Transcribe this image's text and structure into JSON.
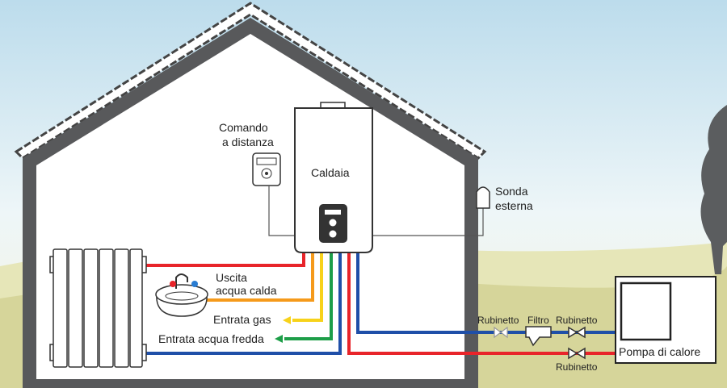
{
  "labels": {
    "boiler": "Caldaia",
    "remote_line1": "Comando",
    "remote_line2": "a distanza",
    "sensor_line1": "Sonda",
    "sensor_line2": "esterna",
    "hot_out_line1": "Uscita",
    "hot_out_line2": "acqua calda",
    "gas_in": "Entrata gas",
    "cold_in": "Entrata acqua fredda",
    "valve_1": "Rubinetto",
    "filter": "Filtro",
    "valve_2": "Rubinetto",
    "valve_3": "Rubinetto",
    "heat_pump": "Pompa di calore"
  },
  "colors": {
    "hot_water": "#e8242a",
    "cold_return": "#1f4fa8",
    "domestic_hot": "#f59a1b",
    "gas": "#f7d21a",
    "cold_water": "#1d9e48",
    "walls": "#58595b"
  }
}
